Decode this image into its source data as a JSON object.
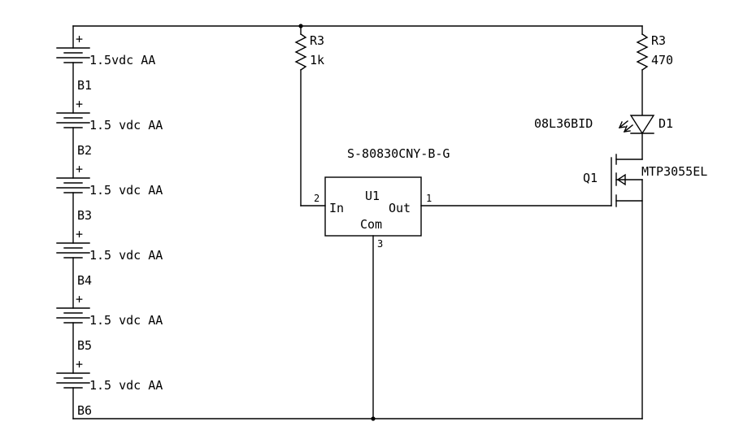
{
  "batteries": [
    {
      "ref": "B1",
      "value": "1.5vdc AA",
      "plus": "+"
    },
    {
      "ref": "B2",
      "value": "1.5 vdc AA",
      "plus": "+"
    },
    {
      "ref": "B3",
      "value": "1.5 vdc AA",
      "plus": "+"
    },
    {
      "ref": "B4",
      "value": "1.5 vdc AA",
      "plus": "+"
    },
    {
      "ref": "B5",
      "value": "1.5 vdc AA",
      "plus": "+"
    },
    {
      "ref": "B6",
      "value": "1.5 vdc AA",
      "plus": "+"
    }
  ],
  "resistor_left": {
    "ref": "R3",
    "value": "1k"
  },
  "resistor_right": {
    "ref": "R3",
    "value": "470"
  },
  "led": {
    "ref": "D1",
    "part": "08L36BID"
  },
  "mosfet": {
    "ref": "Q1",
    "part": "MTP3055EL"
  },
  "ic": {
    "part": "S-80830CNY-B-G",
    "ref": "U1",
    "pin_in_label": "In",
    "pin_out_label": "Out",
    "pin_com_label": "Com",
    "pin_in_num": "2",
    "pin_out_num": "1",
    "pin_com_num": "3"
  }
}
